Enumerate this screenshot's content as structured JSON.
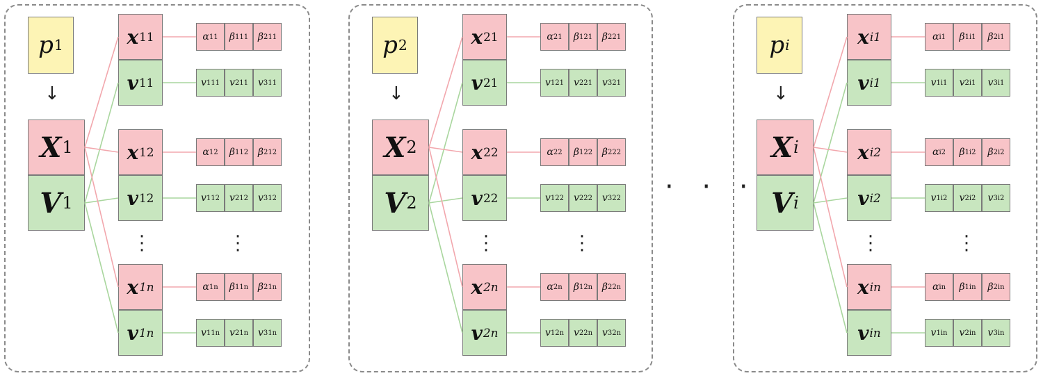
{
  "ellipsis": "· · ·",
  "vdots": "·\n·\n·",
  "arrow": "↓",
  "panels": [
    {
      "p": {
        "base": "p",
        "sub": "1"
      },
      "X": {
        "base": "X",
        "sub": "1"
      },
      "V": {
        "base": "V",
        "sub": "1"
      },
      "rows": [
        {
          "x": {
            "base": "x",
            "sub": "11"
          },
          "params": [
            [
              "α",
              "11"
            ],
            [
              "β",
              "111"
            ],
            [
              "β",
              "211"
            ]
          ],
          "v": {
            "base": "v",
            "sub": "11"
          },
          "vparams": [
            [
              "v",
              "111"
            ],
            [
              "v",
              "211"
            ],
            [
              "v",
              "311"
            ]
          ]
        },
        {
          "x": {
            "base": "x",
            "sub": "12"
          },
          "params": [
            [
              "α",
              "12"
            ],
            [
              "β",
              "112"
            ],
            [
              "β",
              "212"
            ]
          ],
          "v": {
            "base": "v",
            "sub": "12"
          },
          "vparams": [
            [
              "v",
              "112"
            ],
            [
              "v",
              "212"
            ],
            [
              "v",
              "312"
            ]
          ]
        },
        {
          "x": {
            "base": "x",
            "sub": "1n"
          },
          "params": [
            [
              "α",
              "1n"
            ],
            [
              "β",
              "11n"
            ],
            [
              "β",
              "21n"
            ]
          ],
          "v": {
            "base": "v",
            "sub": "1n"
          },
          "vparams": [
            [
              "v",
              "11n"
            ],
            [
              "v",
              "21n"
            ],
            [
              "v",
              "31n"
            ]
          ]
        }
      ]
    },
    {
      "p": {
        "base": "p",
        "sub": "2"
      },
      "X": {
        "base": "X",
        "sub": "2"
      },
      "V": {
        "base": "V",
        "sub": "2"
      },
      "rows": [
        {
          "x": {
            "base": "x",
            "sub": "21"
          },
          "params": [
            [
              "α",
              "21"
            ],
            [
              "β",
              "121"
            ],
            [
              "β",
              "221"
            ]
          ],
          "v": {
            "base": "v",
            "sub": "21"
          },
          "vparams": [
            [
              "v",
              "121"
            ],
            [
              "v",
              "221"
            ],
            [
              "v",
              "321"
            ]
          ]
        },
        {
          "x": {
            "base": "x",
            "sub": "22"
          },
          "params": [
            [
              "α",
              "22"
            ],
            [
              "β",
              "122"
            ],
            [
              "β",
              "222"
            ]
          ],
          "v": {
            "base": "v",
            "sub": "22"
          },
          "vparams": [
            [
              "v",
              "122"
            ],
            [
              "v",
              "222"
            ],
            [
              "v",
              "322"
            ]
          ]
        },
        {
          "x": {
            "base": "x",
            "sub": "2n"
          },
          "params": [
            [
              "α",
              "2n"
            ],
            [
              "β",
              "12n"
            ],
            [
              "β",
              "22n"
            ]
          ],
          "v": {
            "base": "v",
            "sub": "2n"
          },
          "vparams": [
            [
              "v",
              "12n"
            ],
            [
              "v",
              "22n"
            ],
            [
              "v",
              "32n"
            ]
          ]
        }
      ]
    },
    {
      "p": {
        "base": "p",
        "sub": "i"
      },
      "X": {
        "base": "X",
        "sub": "i"
      },
      "V": {
        "base": "V",
        "sub": "i"
      },
      "rows": [
        {
          "x": {
            "base": "x",
            "sub": "i1"
          },
          "params": [
            [
              "α",
              "i1"
            ],
            [
              "β",
              "1i1"
            ],
            [
              "β",
              "2i1"
            ]
          ],
          "v": {
            "base": "v",
            "sub": "i1"
          },
          "vparams": [
            [
              "v",
              "1i1"
            ],
            [
              "v",
              "2i1"
            ],
            [
              "v",
              "3i1"
            ]
          ]
        },
        {
          "x": {
            "base": "x",
            "sub": "i2"
          },
          "params": [
            [
              "α",
              "i2"
            ],
            [
              "β",
              "1i2"
            ],
            [
              "β",
              "2i2"
            ]
          ],
          "v": {
            "base": "v",
            "sub": "i2"
          },
          "vparams": [
            [
              "v",
              "1i2"
            ],
            [
              "v",
              "2i2"
            ],
            [
              "v",
              "3i2"
            ]
          ]
        },
        {
          "x": {
            "base": "x",
            "sub": "in"
          },
          "params": [
            [
              "α",
              "in"
            ],
            [
              "β",
              "1in"
            ],
            [
              "β",
              "2in"
            ]
          ],
          "v": {
            "base": "v",
            "sub": "in"
          },
          "vparams": [
            [
              "v",
              "1in"
            ],
            [
              "v",
              "2in"
            ],
            [
              "v",
              "3in"
            ]
          ]
        }
      ]
    }
  ],
  "colors": {
    "pink": "#f8c4c8",
    "green": "#c8e6bf",
    "yellow": "#fdf4b5",
    "pinkLine": "#f2a7ad",
    "greenLine": "#a9d69e"
  }
}
